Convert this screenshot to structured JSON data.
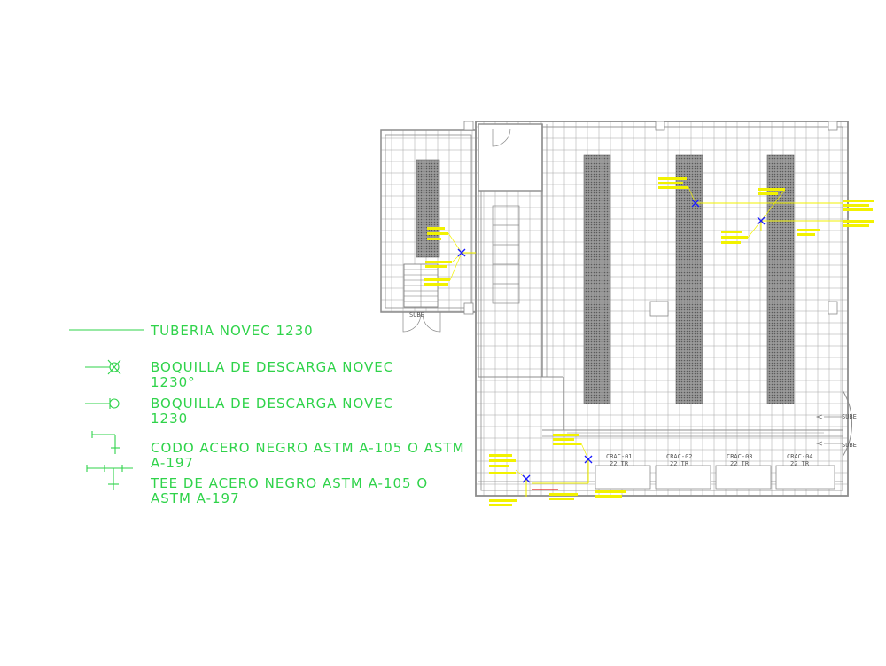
{
  "legend": {
    "pipe": "TUBERIA NOVEC 1230",
    "nozzle_360": "BOQUILLA DE DESCARGA NOVEC\n1230°",
    "nozzle_180": "BOQUILLA DE DESCARGA NOVEC\n1230",
    "elbow": "CODO ACERO NEGRO ASTM A-105 O ASTM\nA-197",
    "tee": "TEE DE ACERO NEGRO ASTM A-105 O\nASTM A-197"
  },
  "plan": {
    "stair_label": "SUBE",
    "ramp_label_1": "SUBE",
    "ramp_label_2": "SUBE",
    "crac_units": [
      {
        "name": "CRAC-01",
        "capacity": "22 TR"
      },
      {
        "name": "CRAC-02",
        "capacity": "22 TR"
      },
      {
        "name": "CRAC-03",
        "capacity": "22 TR"
      },
      {
        "name": "CRAC-04",
        "capacity": "22 TR"
      }
    ]
  },
  "colors": {
    "legend_green": "#2fd34a",
    "pipe_yellow": "#f2f200",
    "nozzle_blue": "#1a1aff",
    "wall_gray": "#8c8c8c",
    "rack_dark": "#7a7a7a"
  }
}
